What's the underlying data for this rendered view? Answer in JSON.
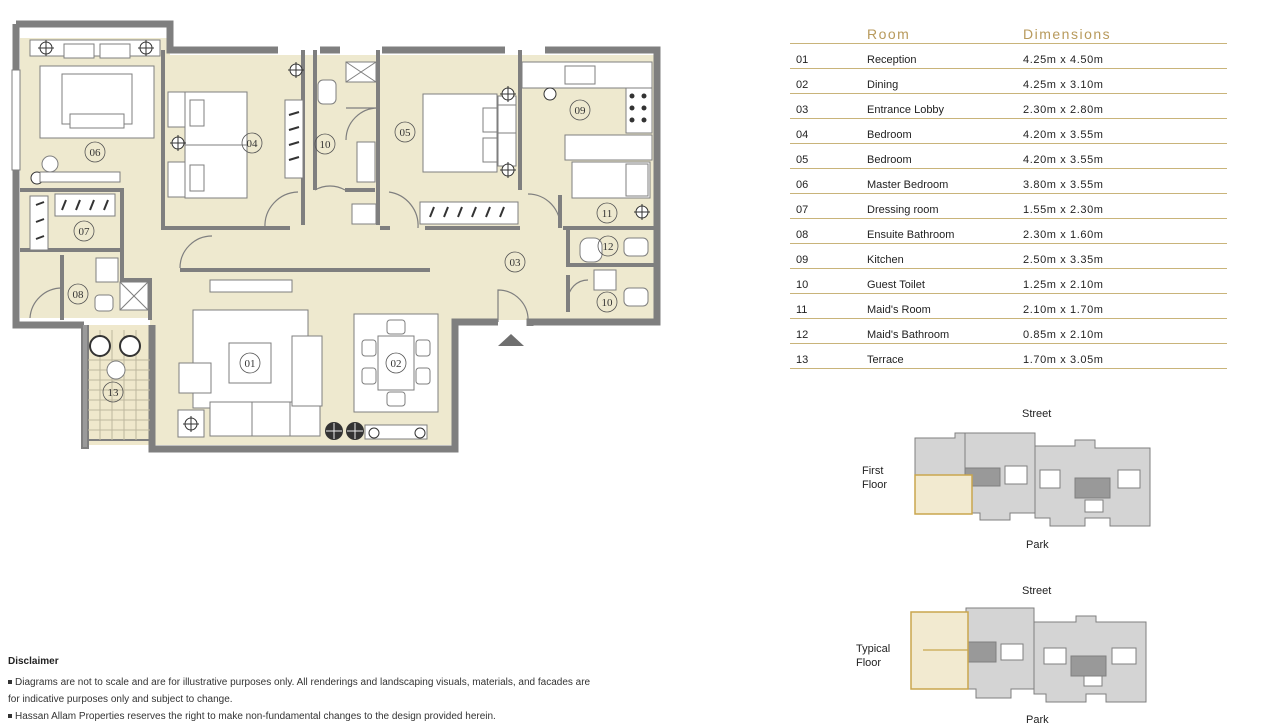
{
  "table": {
    "header_room": "Room",
    "header_dimensions": "Dimensions",
    "rows": [
      {
        "no": "01",
        "room": "Reception",
        "dims": "4.25m x 4.50m"
      },
      {
        "no": "02",
        "room": "Dining",
        "dims": "4.25m x 3.10m"
      },
      {
        "no": "03",
        "room": "Entrance Lobby",
        "dims": "2.30m x 2.80m"
      },
      {
        "no": "04",
        "room": "Bedroom",
        "dims": "4.20m x 3.55m"
      },
      {
        "no": "05",
        "room": "Bedroom",
        "dims": "4.20m x 3.55m"
      },
      {
        "no": "06",
        "room": "Master Bedroom",
        "dims": "3.80m x 3.55m"
      },
      {
        "no": "07",
        "room": "Dressing room",
        "dims": "1.55m x 2.30m"
      },
      {
        "no": "08",
        "room": "Ensuite Bathroom",
        "dims": "2.30m x 1.60m"
      },
      {
        "no": "09",
        "room": "Kitchen",
        "dims": "2.50m x 3.35m"
      },
      {
        "no": "10",
        "room": "Guest Toilet",
        "dims": "1.25m x 2.10m"
      },
      {
        "no": "11",
        "room": "Maid's Room",
        "dims": "2.10m x 1.70m"
      },
      {
        "no": "12",
        "room": "Maid's Bathroom",
        "dims": "0.85m x 2.10m"
      },
      {
        "no": "13",
        "room": "Terrace",
        "dims": "1.70m x 3.05m"
      }
    ]
  },
  "plan_labels": {
    "r01": "01",
    "r02": "02",
    "r03": "03",
    "r04": "04",
    "r05": "05",
    "r06": "06",
    "r07": "07",
    "r08": "08",
    "r09": "09",
    "r10a": "10",
    "r10b": "10",
    "r11": "11",
    "r12": "12",
    "r13": "13"
  },
  "key_plans": {
    "first": {
      "top": "Street",
      "bottom": "Park",
      "label_line1": "First",
      "label_line2": "Floor"
    },
    "typical": {
      "top": "Street",
      "bottom": "Park",
      "label_line1": "Typical",
      "label_line2": "Floor"
    }
  },
  "disclaimer": {
    "title": "Disclaimer",
    "line1": "Diagrams are not to scale and are for illustrative purposes only. All renderings and landscaping visuals, materials, and facades are",
    "line2": "for indicative purposes only and subject to change.",
    "line3": "Hassan Allam Properties reserves the right to make non-fundamental changes to the design provided herein."
  },
  "colors": {
    "floor": "#eee9cf",
    "wall": "#808080",
    "accent": "#b89a5c",
    "highlight": "#f2ead0"
  }
}
